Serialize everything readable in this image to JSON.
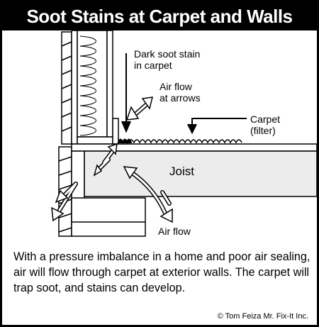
{
  "title": "Soot Stains at Carpet and Walls",
  "labels": {
    "soot_line1": "Dark soot stain",
    "soot_line2": "in carpet",
    "airflow_arrows_line1": "Air flow",
    "airflow_arrows_line2": "at arrows",
    "carpet_line1": "Carpet",
    "carpet_line2": "(filter)",
    "joist": "Joist",
    "airflow_bottom": "Air flow"
  },
  "caption": "With a pressure imbalance in a home and poor air sealing, air will flow through carpet at exterior walls.  The carpet will trap soot, and stains can develop.",
  "copyright": "© Tom Feiza Mr. Fix-It Inc."
}
